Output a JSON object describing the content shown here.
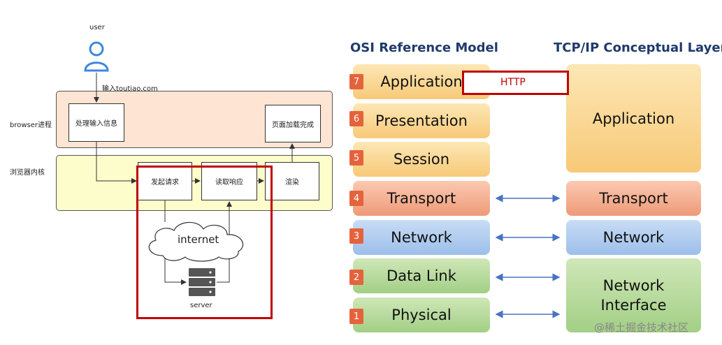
{
  "left_diagram": {
    "user_label": "user",
    "input_label": "输入toutiao.com",
    "browser_process_label": "browser进程",
    "render_process_label": "浏览器内核",
    "process_input_box": "处理输入信息",
    "page_loaded_box": "页面加载完成",
    "send_request_box": "发起请求",
    "read_response_box": "读取响应",
    "render_box": "渲染",
    "internet_label": "internet",
    "server_label": "server"
  },
  "right_diagram": {
    "osi_heading": "OSI Reference Model",
    "tcpip_heading": "TCP/IP Conceptual Layers",
    "osi_layers": [
      {
        "num": "7",
        "name": "Application"
      },
      {
        "num": "6",
        "name": "Presentation"
      },
      {
        "num": "5",
        "name": "Session"
      },
      {
        "num": "4",
        "name": "Transport"
      },
      {
        "num": "3",
        "name": "Network"
      },
      {
        "num": "2",
        "name": "Data Link"
      },
      {
        "num": "1",
        "name": "Physical"
      }
    ],
    "tcpip_layers": {
      "application": "Application",
      "transport": "Transport",
      "network": "Network",
      "network_interface": "Network Interface"
    },
    "http_label": "HTTP"
  },
  "footer_watermark": "@稀土掘金技术社区",
  "colors": {
    "highlight_red": "#c00000",
    "badge": "#e5633c",
    "arrow_blue": "#4a72c4"
  }
}
